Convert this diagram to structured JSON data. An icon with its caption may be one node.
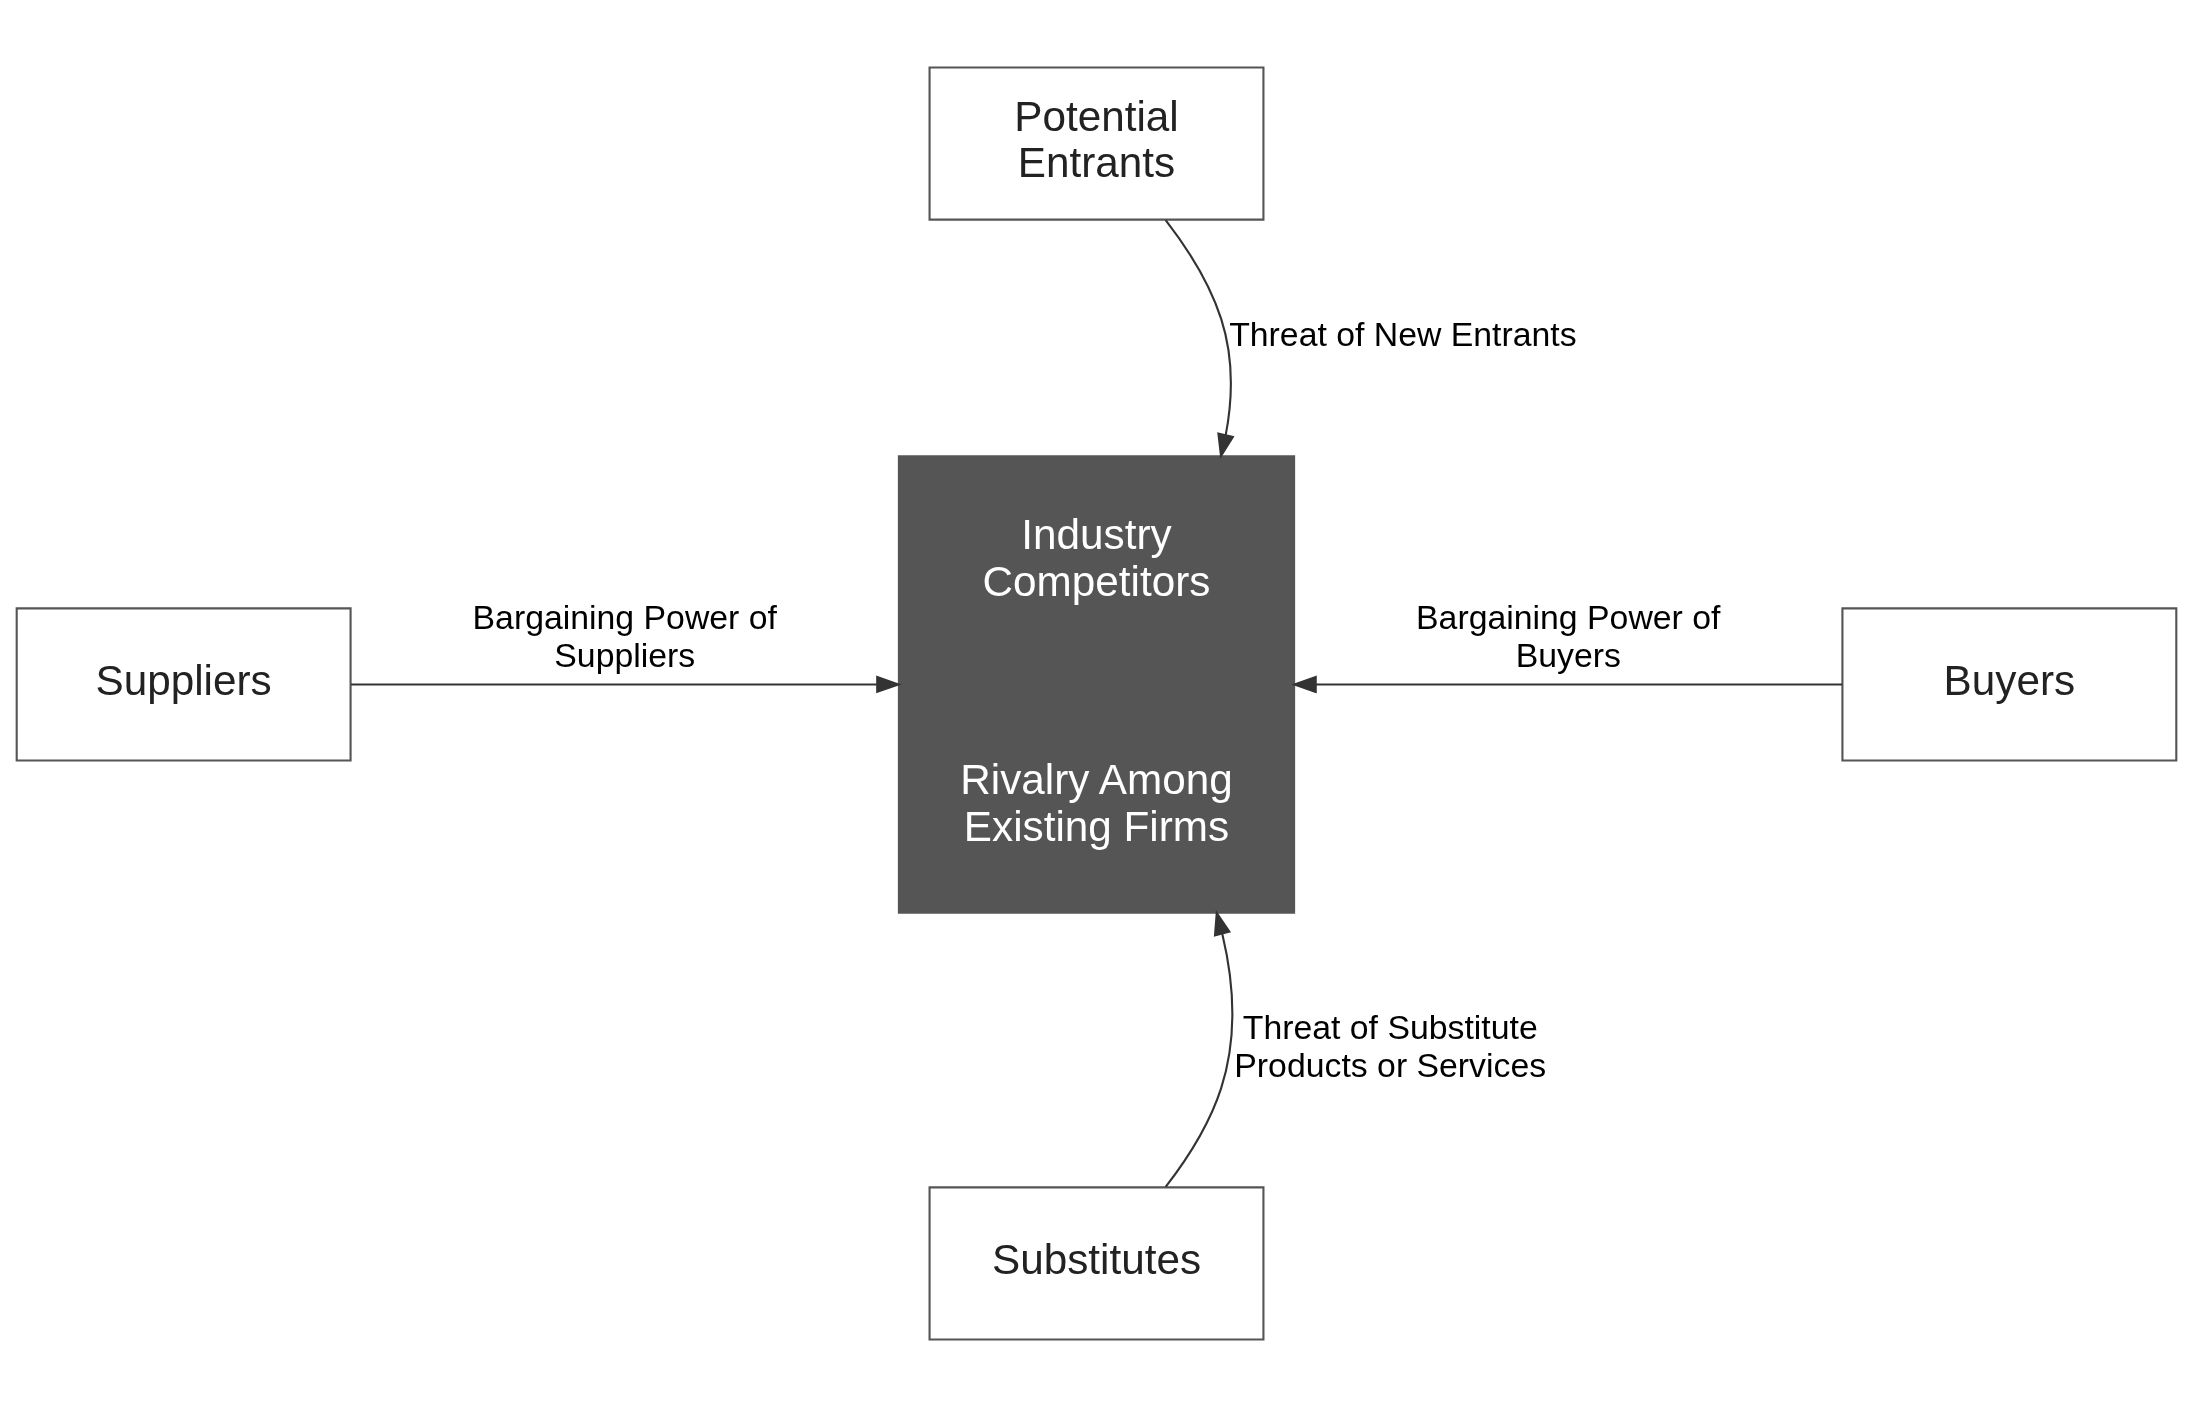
{
  "diagram": {
    "nodes": [
      {
        "text": [
          "Potential Entrants"
        ]
      },
      {
        "text": [
          "Suppliers"
        ]
      },
      {
        "text": [
          "Industry Competitors",
          "Rivalry Among Existing Firms"
        ]
      },
      {
        "text": [
          "Buyers"
        ]
      },
      {
        "text": [
          "Substitutes"
        ]
      }
    ],
    "edges": [
      {
        "from": 0,
        "to": 2,
        "arrow": "to",
        "label": "Threat of New Entrants"
      },
      {
        "from": 1,
        "to": 2,
        "arrow": "to",
        "label": "Bargaining Power of Suppliers"
      },
      {
        "from": 3,
        "to": 2,
        "arrow": "to",
        "label": "Bargaining Power of Buyers"
      },
      {
        "from": 4,
        "to": 2,
        "arrow": "to",
        "label": "Threat of Substitute Products or Services"
      }
    ]
  }
}
